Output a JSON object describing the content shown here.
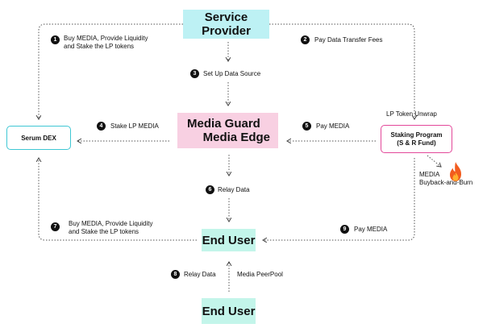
{
  "nodes": {
    "service_provider": "Service Provider",
    "media_guard": "Media Guard",
    "media_edge": "Media Edge",
    "serum_dex": "Serum DEX",
    "staking_program_line1": "Staking Program",
    "staking_program_line2": "(S & R Fund)",
    "end_user_top": "End User",
    "end_user_bottom": "End User"
  },
  "steps": [
    {
      "num": "1",
      "line1": "Buy MEDIA, Provide Liquidity",
      "line2": "and Stake the LP tokens"
    },
    {
      "num": "2",
      "line1": "Pay Data Transfer Fees"
    },
    {
      "num": "3",
      "line1": "Set Up Data Source"
    },
    {
      "num": "4",
      "line1": "Stake LP MEDIA"
    },
    {
      "num": "5",
      "line1": "Pay MEDIA"
    },
    {
      "num": "6",
      "line1": "Relay Data"
    },
    {
      "num": "7",
      "line1": "Buy MEDIA, Provide Liquidity",
      "line2": "and Stake the LP tokens"
    },
    {
      "num": "8",
      "line1": "Relay Data"
    },
    {
      "num": "9",
      "line1": "Pay MEDIA"
    }
  ],
  "annotations": {
    "lp_unwrap": "LP Token Unwrap",
    "buyback_line1": "MEDIA",
    "buyback_line2": "Buyback-and-Burn",
    "peerpool": "Media PeerPool"
  },
  "colors": {
    "service_provider": "#bdf1f4",
    "media_guard": "#f8d0e2",
    "end_user": "#c3f5ea",
    "serum_border": "#3fc7d4",
    "staking_border": "#e3489a",
    "fire": "#f25c1e"
  },
  "icons": {
    "buyback": "fire-icon"
  }
}
